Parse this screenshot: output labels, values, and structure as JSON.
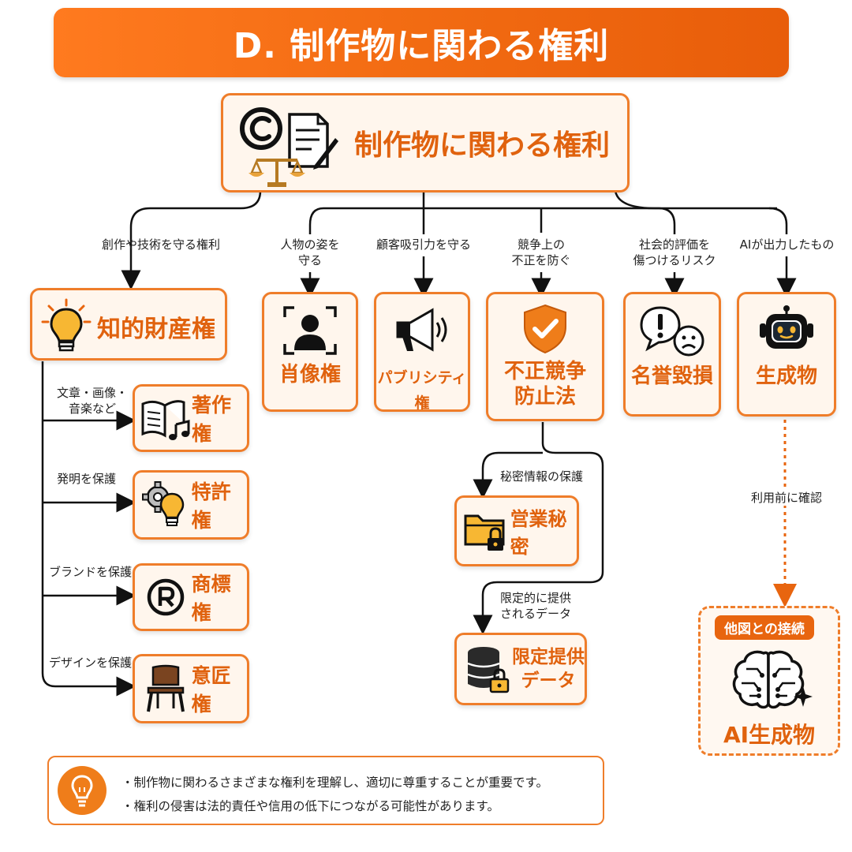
{
  "banner": {
    "title": "D. 制作物に関わる権利"
  },
  "root": {
    "title": "制作物に関わる権利"
  },
  "edges": {
    "ip": "創作や技術を守る権利",
    "portrait": "人物の姿を\n守る",
    "publicity": "顧客吸引力を守る",
    "unfair": "競争上の\n不正を防ぐ",
    "defamation": "社会的評価を\n傷つけるリスク",
    "generated": "AIが出力したもの"
  },
  "ip": {
    "title": "知的財産権",
    "children": [
      {
        "label": "文章・画像・\n音楽など",
        "title": "著作権",
        "icon": "book-music-icon"
      },
      {
        "label": "発明を保護",
        "title": "特許権",
        "icon": "gear-bulb-icon"
      },
      {
        "label": "ブランドを保護",
        "title": "商標権",
        "icon": "registered-mark-icon"
      },
      {
        "label": "デザインを保護",
        "title": "意匠権",
        "icon": "chair-icon"
      }
    ]
  },
  "categories": {
    "portrait": {
      "title": "肖像権",
      "icon": "person-frame-icon"
    },
    "publicity": {
      "title": "パブリシティ権",
      "icon": "megaphone-icon"
    },
    "unfair": {
      "title": "不正競争\n防止法",
      "icon": "shield-check-icon"
    },
    "defamation": {
      "title": "名誉毀損",
      "icon": "exclamation-sad-face-icon"
    },
    "generated": {
      "title": "生成物",
      "icon": "robot-icon"
    }
  },
  "unfair_children": [
    {
      "label": "秘密情報の保護",
      "title": "営業秘密",
      "icon": "locked-folder-icon"
    },
    {
      "label": "限定的に提供\nされるデータ",
      "title": "限定提供\nデータ",
      "icon": "locked-database-icon"
    }
  ],
  "generated_link": {
    "label": "利用前に確認",
    "chip": "他図との接続",
    "title": "AI生成物",
    "icon": "brain-sparkle-icon"
  },
  "note": {
    "lines": [
      "・制作物に関わるさまざまな権利を理解し、適切に尊重することが重要です。",
      "・権利の侵害は法的責任や信用の低下につながる可能性があります。"
    ]
  },
  "colors": {
    "accent": "#e8650f",
    "box_fill": "#fff6ed",
    "border": "#ef7d2a"
  }
}
